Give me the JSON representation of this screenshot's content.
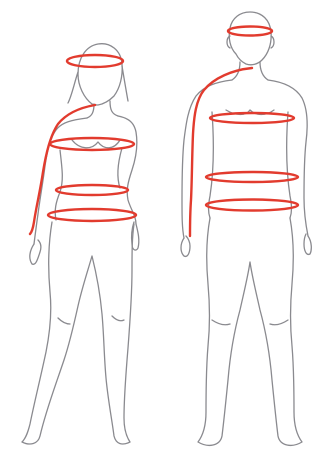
{
  "figure": {
    "background_color": "#ffffff",
    "outline_color": "#8a8a8f",
    "measurement_color": "#e23b2e",
    "figures": [
      {
        "id": "female",
        "measurements": [
          "head",
          "arm",
          "chest",
          "waist",
          "hip"
        ]
      },
      {
        "id": "male",
        "measurements": [
          "head",
          "arm",
          "chest",
          "waist",
          "hip"
        ]
      }
    ]
  }
}
